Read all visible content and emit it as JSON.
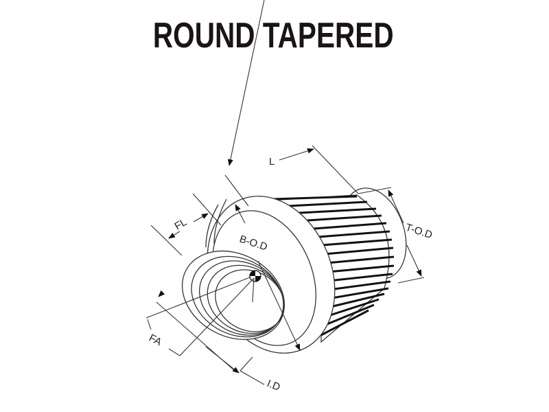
{
  "title": "ROUND TAPERED",
  "diagram": {
    "subject": "round tapered air filter",
    "labels": {
      "length": "L",
      "flange_length": "FL",
      "base_outer_diameter": "B-O.D",
      "top_outer_diameter": "T-O.D",
      "flange_angle": "FA",
      "inner_diameter": "I.D"
    },
    "colors": {
      "line": "#333333",
      "pleat": "#111111",
      "background": "#ffffff"
    }
  }
}
